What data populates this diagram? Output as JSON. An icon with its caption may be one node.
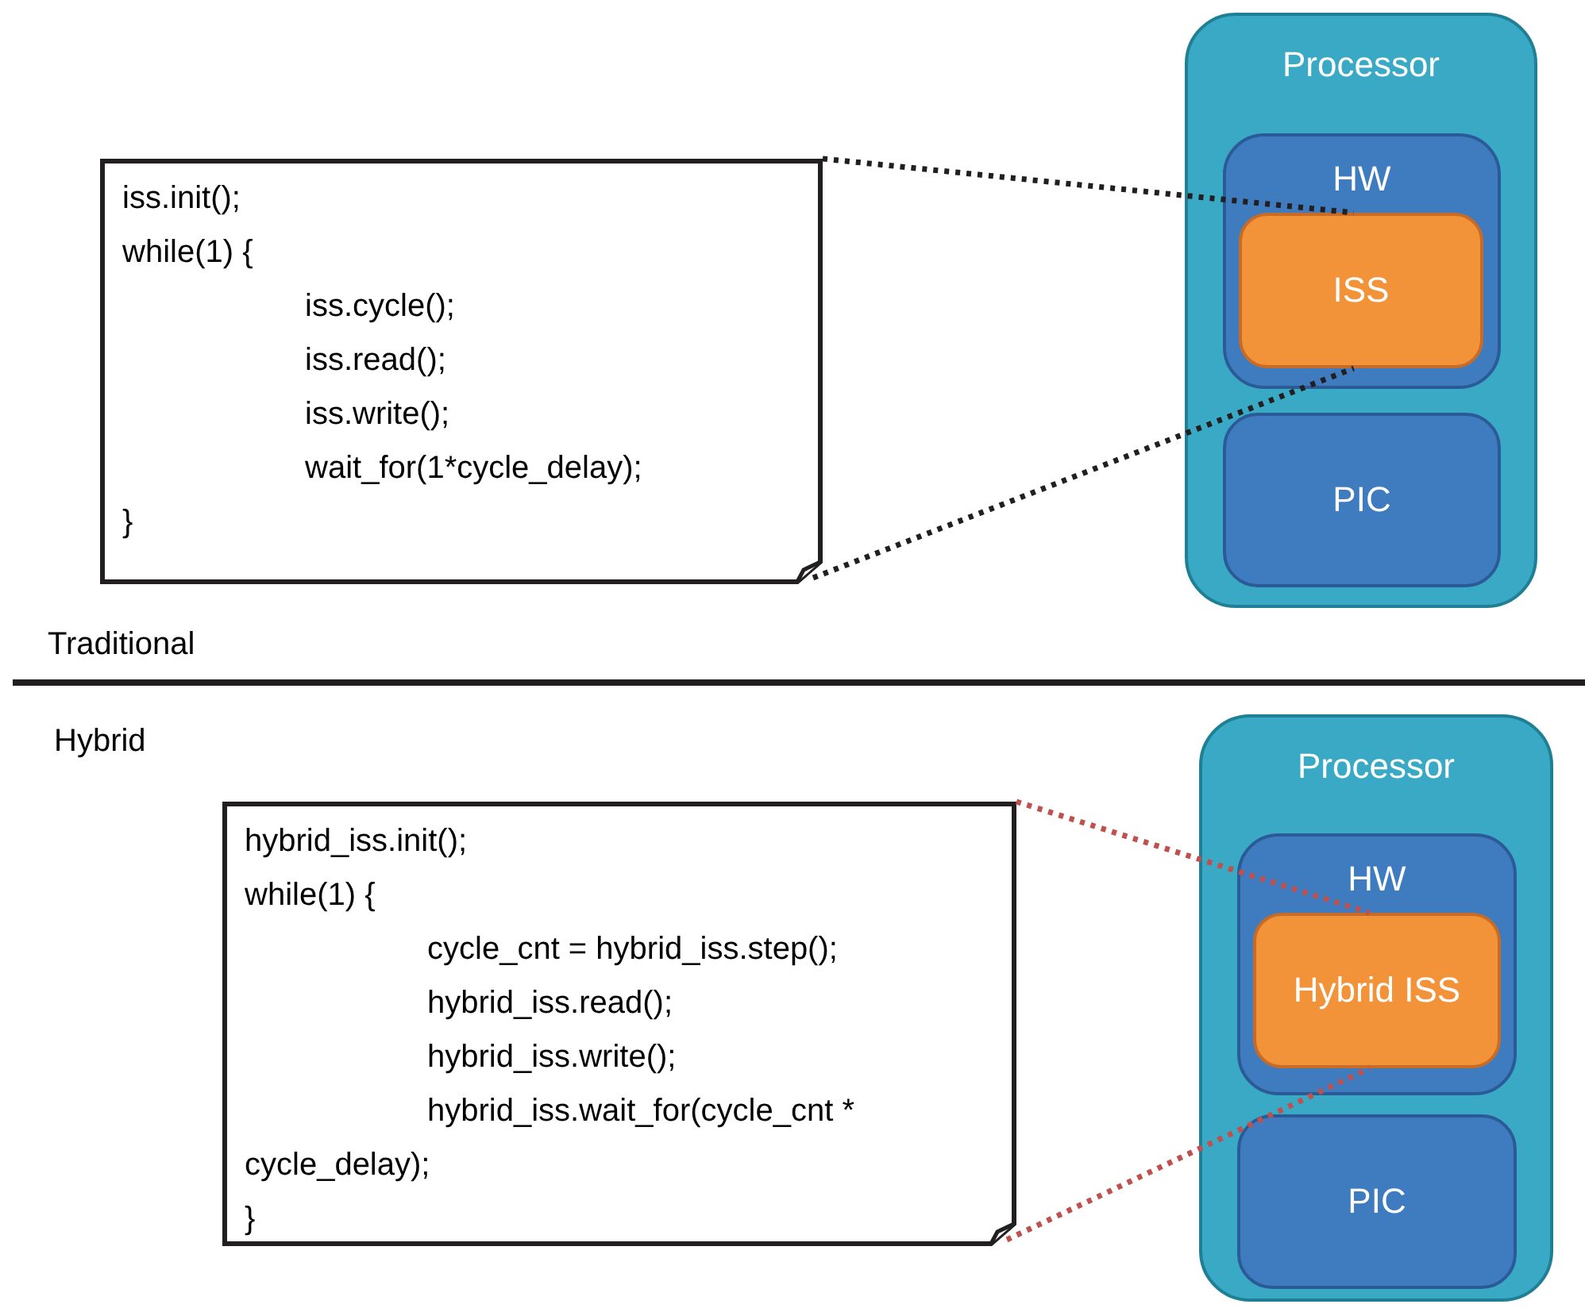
{
  "diagram": {
    "nodes": [
      {
        "text": [
          "Processor"
        ]
      },
      {
        "text": [
          "HW"
        ],
        "in": 0
      },
      {
        "text": [
          "ISS"
        ],
        "in": 1
      },
      {
        "text": [
          "PIC"
        ],
        "in": 0
      },
      {
        "text": [
          "iss.init();",
          "while(1) {",
          "iss.cycle();",
          "iss.read();",
          "iss.write();",
          "wait_for(1*cycle_delay);",
          "}"
        ]
      },
      {
        "text": [
          "Processor"
        ]
      },
      {
        "text": [
          "HW"
        ],
        "in": 5
      },
      {
        "text": [
          "Hybrid ISS"
        ],
        "in": 6
      },
      {
        "text": [
          "PIC"
        ],
        "in": 5
      },
      {
        "text": [
          "hybrid_iss.init();",
          "while(1) {",
          "cycle_cnt = hybrid_iss.step();",
          "hybrid_iss.read();",
          "hybrid_iss.write();",
          "hybrid_iss.wait_for(cycle_cnt * cycle_delay);",
          "}"
        ]
      }
    ],
    "edges": [
      {
        "from": 4,
        "to": 2,
        "arrow": "none",
        "style": "dashed"
      },
      {
        "from": 4,
        "to": 2,
        "arrow": "none",
        "style": "dashed"
      },
      {
        "from": 9,
        "to": 7,
        "arrow": "none",
        "style": "dashed",
        "color": "#c0504d"
      },
      {
        "from": 9,
        "to": 7,
        "arrow": "none",
        "style": "dashed",
        "color": "#c0504d"
      }
    ],
    "labels": [
      "Traditional",
      "Hybrid"
    ]
  }
}
